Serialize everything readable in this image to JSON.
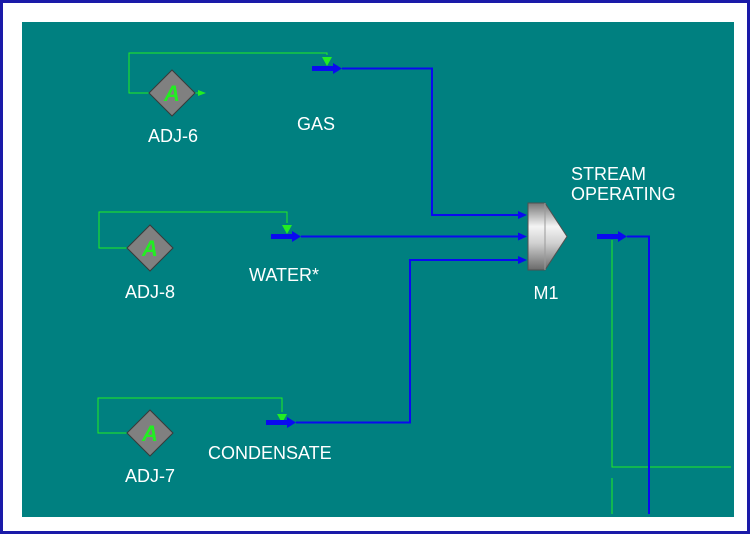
{
  "adjusters": [
    {
      "name": "ADJ-6",
      "glyph": "A"
    },
    {
      "name": "ADJ-8",
      "glyph": "A"
    },
    {
      "name": "ADJ-7",
      "glyph": "A"
    }
  ],
  "streams": {
    "gas": "GAS",
    "water": "WATER*",
    "condensate": "CONDENSATE",
    "outlet_line1": "STREAM",
    "outlet_line2": "OPERATING"
  },
  "mixer": {
    "name": "M1"
  },
  "colors": {
    "background": "#008080",
    "frame": "#1a1aa8",
    "stream_line": "#0a0af0",
    "signal_line": "#22ee22",
    "label_text": "#ffffff"
  }
}
